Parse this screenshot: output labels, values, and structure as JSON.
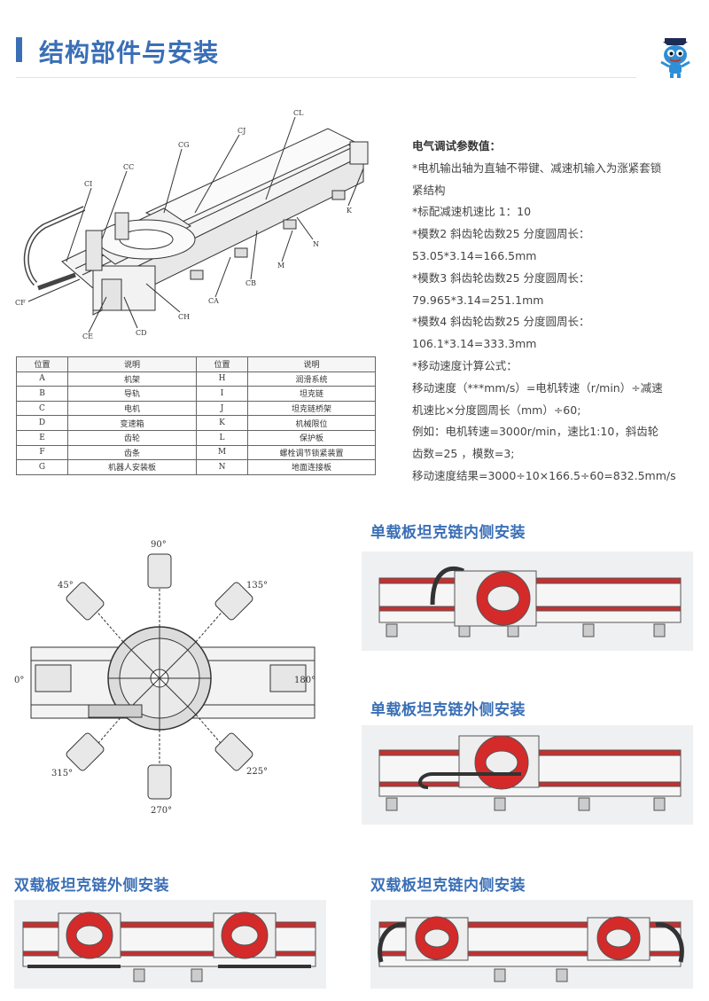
{
  "header": {
    "title": "结构部件与安装"
  },
  "drawing_labels": [
    "CL",
    "CJ",
    "CG",
    "CC",
    "CI",
    "CF",
    "CE",
    "CD",
    "CH",
    "CA",
    "CB",
    "M",
    "N",
    "K"
  ],
  "table": {
    "headers": [
      "位置",
      "说明",
      "位置",
      "说明"
    ],
    "rows": [
      [
        "A",
        "机架",
        "H",
        "润滑系统"
      ],
      [
        "B",
        "导轨",
        "I",
        "坦克链"
      ],
      [
        "C",
        "电机",
        "J",
        "坦克链桥架"
      ],
      [
        "D",
        "变速箱",
        "K",
        "机械限位"
      ],
      [
        "E",
        "齿轮",
        "L",
        "保护板"
      ],
      [
        "F",
        "齿条",
        "M",
        "螺栓调节锁紧装置"
      ],
      [
        "G",
        "机器人安装板",
        "N",
        "地面连接板"
      ]
    ]
  },
  "params": {
    "title": "电气调试参数值：",
    "lines": [
      "*电机输出轴为直轴不带键、减速机输入为涨紧套锁",
      "紧结构",
      "*标配减速机速比 1：10",
      "*模数2  斜齿轮齿数25  分度圆周长：",
      "53.05*3.14=166.5mm",
      "*模数3  斜齿轮齿数25  分度圆周长：",
      "79.965*3.14=251.1mm",
      "*模数4  斜齿轮齿数25  分度圆周长：",
      "106.1*3.14=333.3mm",
      "*移动速度计算公式：",
      "移动速度（***mm/s）=电机转速（r/min）÷减速",
      "机速比×分度圆周长（mm）÷60;",
      "例如：电机转速=3000r/min，速比1:10，斜齿轮",
      "齿数=25 ，模数=3;",
      "移动速度结果=3000÷10×166.5÷60=832.5mm/s"
    ]
  },
  "angles": {
    "a90": "90°",
    "a45": "45°",
    "a135": "135°",
    "a0": "0°",
    "a180": "180°",
    "a315": "315°",
    "a225": "225°",
    "a270": "270°"
  },
  "sections": {
    "single_inner": "单载板坦克链内侧安装",
    "single_outer": "单载板坦克链外侧安装",
    "double_outer": "双载板坦克链外侧安装",
    "double_inner": "双载板坦克链内侧安装"
  },
  "colors": {
    "accent": "#3a6fb6",
    "plate_red": "#d42a2a"
  }
}
